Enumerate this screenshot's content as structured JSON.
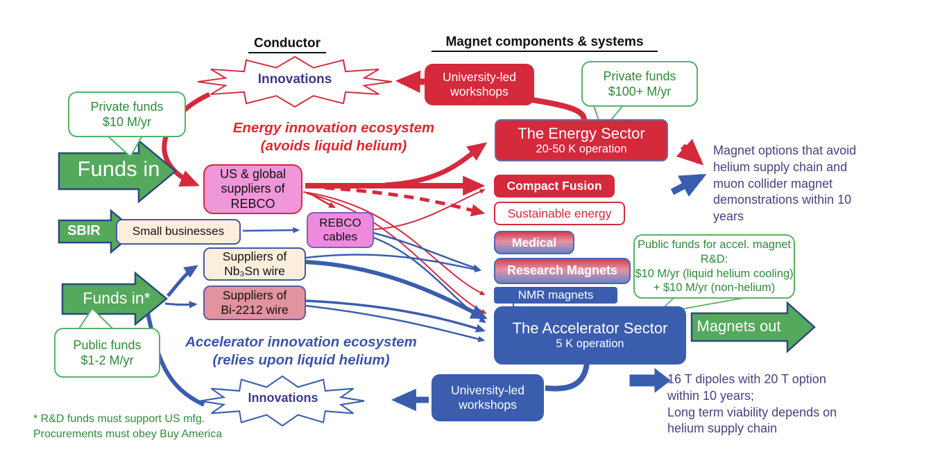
{
  "headers": {
    "conductor": "Conductor",
    "magnet_systems": "Magnet components & systems"
  },
  "energy_ecosystem": {
    "label": "Energy innovation ecosystem\n(avoids liquid helium)",
    "innovations": "Innovations",
    "workshops": "University-led\nworkshops",
    "funds_in_arrow": "Funds in",
    "private_funds_left": "Private funds\n$10 M/yr",
    "private_funds_right": "Private funds\n$100+ M/yr",
    "rebco_suppliers": "US & global\nsuppliers of\nREBCO",
    "rebco_cables": "REBCO\ncables",
    "energy_sector": "The Energy Sector",
    "energy_sector_sub": "20-50 K operation",
    "compact_fusion": "Compact Fusion",
    "sustainable_energy": "Sustainable energy"
  },
  "shared": {
    "sbir_arrow": "SBIR",
    "small_businesses": "Small businesses",
    "medical": "Medical",
    "research_magnets": "Research Magnets",
    "nmr_magnets": "NMR magnets"
  },
  "accelerator_ecosystem": {
    "label": "Accelerator innovation ecosystem\n(relies upon liquid helium)",
    "innovations": "Innovations",
    "workshops": "University-led\nworkshops",
    "funds_in_arrow": "Funds in*",
    "public_funds_left": "Public funds\n$1-2 M/yr",
    "public_funds_right": "Public funds for accel. magnet R&D:\n$10 M/yr (liquid helium cooling)\n+ $10 M/yr (non-helium)",
    "nb3sn_suppliers": "Suppliers of\nNb₃Sn wire",
    "bi2212_suppliers": "Suppliers of\nBi-2212 wire",
    "accelerator_sector": "The Accelerator Sector",
    "accelerator_sector_sub": "5 K operation",
    "magnets_out_arrow": "Magnets out"
  },
  "legend": {
    "arrows_note": "Magnet options that avoid helium supply chain and muon collider magnet demonstrations within 10 years",
    "dipole_note": "16 T dipoles with 20 T option within 10 years;\nLong term viability depends on helium supply chain"
  },
  "footnote": "* R&D funds must support US mfg.\nProcurements must obey Buy America",
  "colors": {
    "red": "#d5293c",
    "blue": "#3a5dae",
    "green_fill": "#55a95c",
    "green_text": "#2e8b3a",
    "purple_text": "#4a4080",
    "pink": "#ef97d9",
    "cream": "#fbeedd",
    "rose": "#e2939f"
  }
}
